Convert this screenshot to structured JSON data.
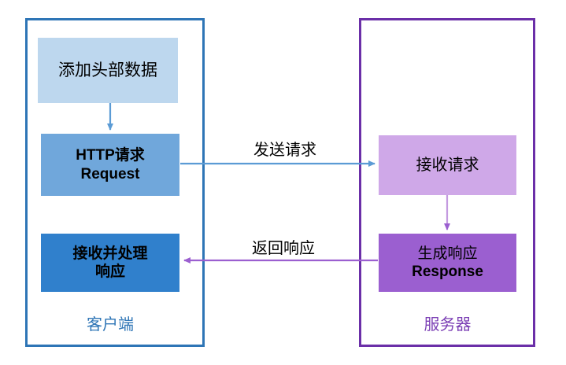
{
  "diagram": {
    "type": "flowchart",
    "title_text": "",
    "colors": {
      "client_border": "#2e75b6",
      "server_border": "#6b2fa8",
      "client_caption": "#2e75b6",
      "server_caption": "#7b3fb5",
      "box_add_header": "#bdd7ee",
      "box_http_request": "#70a7db",
      "box_handle_response": "#3080cc",
      "box_receive_request": "#cfa8e8",
      "box_generate_response": "#9b5fd0",
      "arrow_blue": "#5b9bd5",
      "arrow_purple": "#9b5fd0"
    },
    "client": {
      "caption": "客户端",
      "nodes": {
        "add_header": {
          "line1": "添加头部数据"
        },
        "http_request": {
          "line1": "HTTP请求",
          "line2": "Request"
        },
        "handle_response": {
          "line1": "接收并处理",
          "line2": "响应"
        }
      }
    },
    "server": {
      "caption": "服务器",
      "nodes": {
        "receive_request": {
          "line1": "接收请求"
        },
        "generate_response": {
          "line1": "生成响应",
          "line2": "Response"
        }
      }
    },
    "edges": {
      "send_request": {
        "label": "发送请求",
        "direction": "client-to-server"
      },
      "return_response": {
        "label": "返回响应",
        "direction": "server-to-client"
      },
      "add_header_to_request": {
        "label": "",
        "direction": "down"
      },
      "receive_to_generate": {
        "label": "",
        "direction": "down"
      }
    }
  }
}
